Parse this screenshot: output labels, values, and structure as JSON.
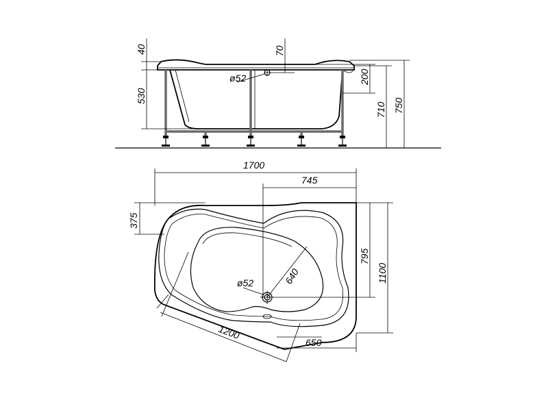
{
  "side_view": {
    "dims": {
      "rim_40": "40",
      "drain_70": "70",
      "drain_dia": "ø52",
      "inner_200": "200",
      "height_530": "530",
      "height_710": "710",
      "height_750": "750"
    }
  },
  "plan_view": {
    "dims": {
      "length_1700": "1700",
      "offset_745": "745",
      "left_375": "375",
      "depth_795": "795",
      "depth_1100": "1100",
      "drain_dia": "ø52",
      "diag_640": "640",
      "side_1200": "1200",
      "bottom_650": "650"
    }
  }
}
